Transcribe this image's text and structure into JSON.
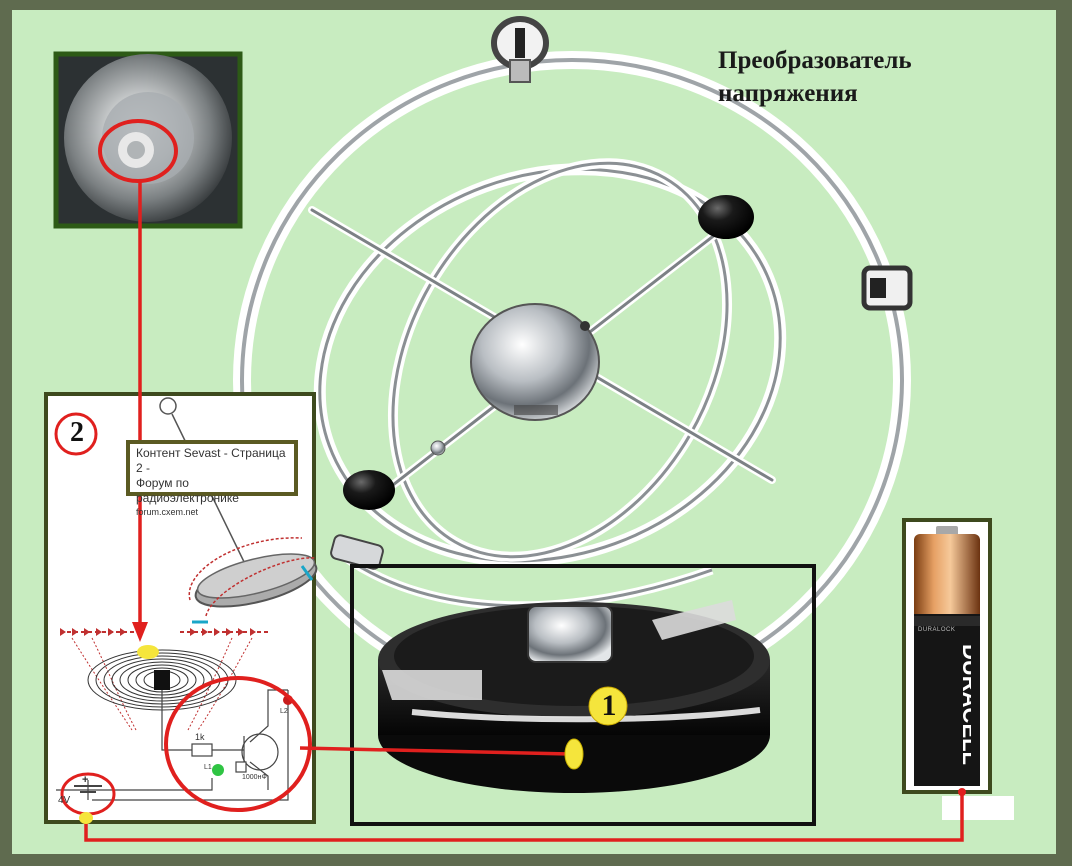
{
  "title": {
    "line1": "Преобразователь",
    "line2": "напряжения"
  },
  "markers": {
    "one": "1",
    "two": "2"
  },
  "schematic": {
    "caption_line1": "Контент Sevast - Страница 2 -",
    "caption_line2": "Форум по радиоэлектронике",
    "caption_line3": "forum.cxem.net",
    "resistor_label": "1k",
    "capacitor_label": "1000нФ",
    "battery_label": "4V",
    "battery_plus": "+",
    "coil1_label": "L1",
    "coil2_label": "L2"
  },
  "battery": {
    "brand": "DURACELL",
    "sub": "DURALOCK"
  },
  "colors": {
    "board": "#c8ecc0",
    "frame": "#5f6b4f",
    "wire": "#e0201e",
    "highlight": "#f5e53c",
    "box_border": "#3e4a1e"
  }
}
